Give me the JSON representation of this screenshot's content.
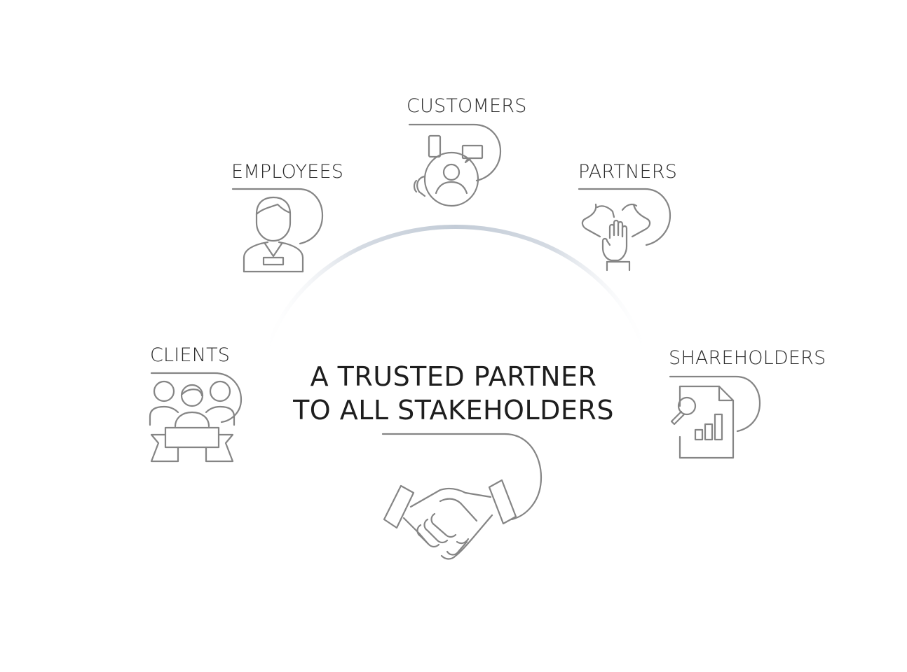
{
  "center": {
    "line1": "A TRUSTED PARTNER",
    "line2": "TO ALL STAKEHOLDERS"
  },
  "stakeholders": {
    "customers": {
      "label": "CUSTOMERS",
      "icon": "customer-service-icon"
    },
    "employees": {
      "label": "EMPLOYEES",
      "icon": "employee-badge-icon"
    },
    "partners": {
      "label": "PARTNERS",
      "icon": "hands-together-icon"
    },
    "clients": {
      "label": "CLIENTS",
      "icon": "client-group-icon"
    },
    "shareholders": {
      "label": "SHAREHOLDERS",
      "icon": "report-magnifier-icon"
    }
  },
  "colors": {
    "line": "#858585",
    "arc": "#c9d1db",
    "text": "#2b2b2b"
  }
}
